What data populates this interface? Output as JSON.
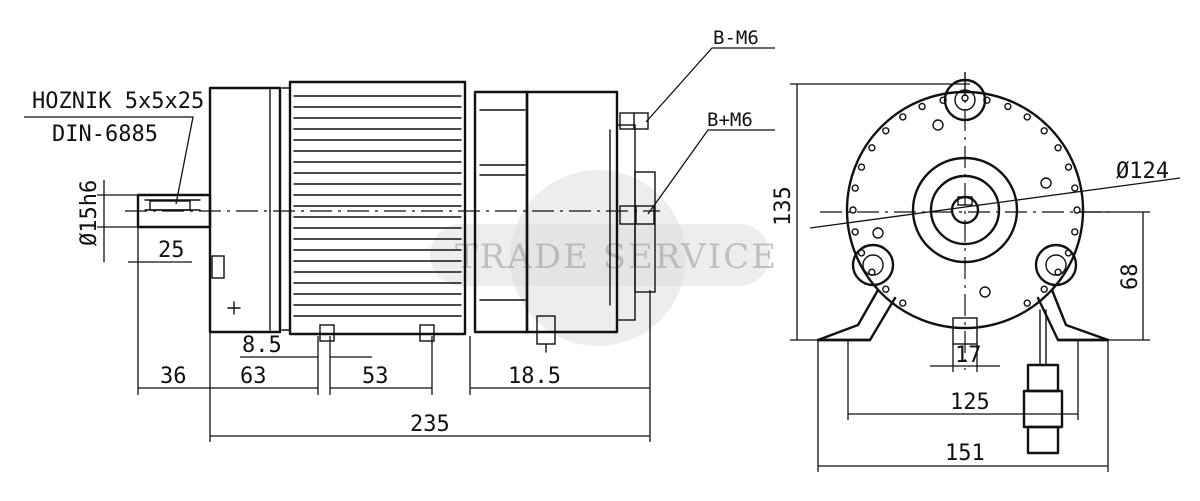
{
  "colors": {
    "line": "#111111",
    "watermark": "#9a9a9a"
  },
  "watermark": "TRADE SERVICE",
  "side_view": {
    "key_label": "HOZNIK 5x5x25",
    "standard_label": "DIN-6885",
    "shaft_dia_label": "Ø15h6",
    "shaft_len_label": "25",
    "bolt_a_label": "B-M6",
    "bolt_b_label": "B+M6",
    "dims": {
      "d36": "36",
      "d63": "63",
      "d8_5": "8.5",
      "d53": "53",
      "d18_5": "18.5",
      "d235": "235"
    }
  },
  "front_view": {
    "dia_label": "Ø124",
    "height_label": "135",
    "axis_height_label": "68",
    "foot_width_label": "17",
    "hole_spacing_label": "125",
    "base_width_label": "151"
  }
}
